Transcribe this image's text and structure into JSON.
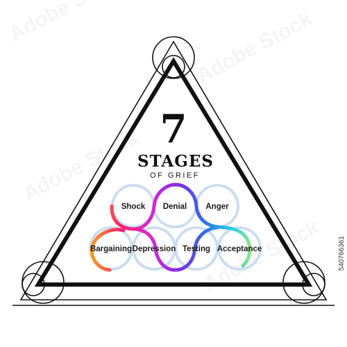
{
  "title": {
    "number": "7",
    "headline": "STAGES",
    "subhead": "OF GRIEF"
  },
  "stages": [
    {
      "label": "Shock"
    },
    {
      "label": "Denial"
    },
    {
      "label": "Anger"
    },
    {
      "label": "Bargaining"
    },
    {
      "label": "Depression"
    },
    {
      "label": "Testing"
    },
    {
      "label": "Acceptance"
    }
  ],
  "watermark": "Adobe Stock",
  "stock_id": "540766361",
  "colors": {
    "outline": "#111111",
    "ring_pale": "#cdddef",
    "gradient": [
      "#ff9f1c",
      "#ff1f6f",
      "#d12bd8",
      "#7b2fe0",
      "#2f6fe6",
      "#27d1e8",
      "#d4f23a"
    ]
  }
}
